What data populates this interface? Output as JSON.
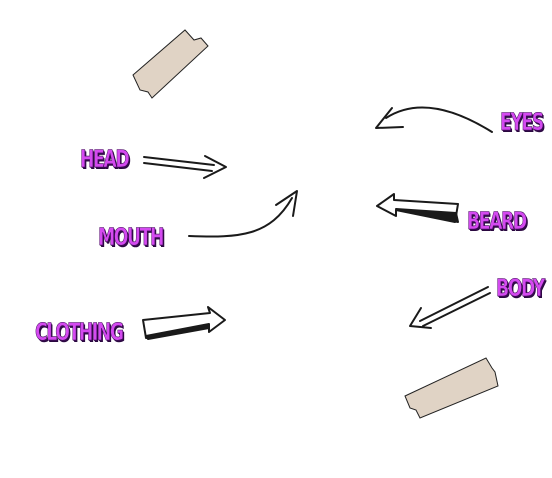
{
  "labels": {
    "head": "HEAD",
    "mouth": "MOUTH",
    "clothing": "CLOTHING",
    "eyes": "EYES",
    "beard": "BEARD",
    "body": "BODY"
  },
  "colors": {
    "label": "#d44af0",
    "tape": "#e0d3c5",
    "stroke": "#1a1a1a",
    "background": "#ffffff"
  }
}
